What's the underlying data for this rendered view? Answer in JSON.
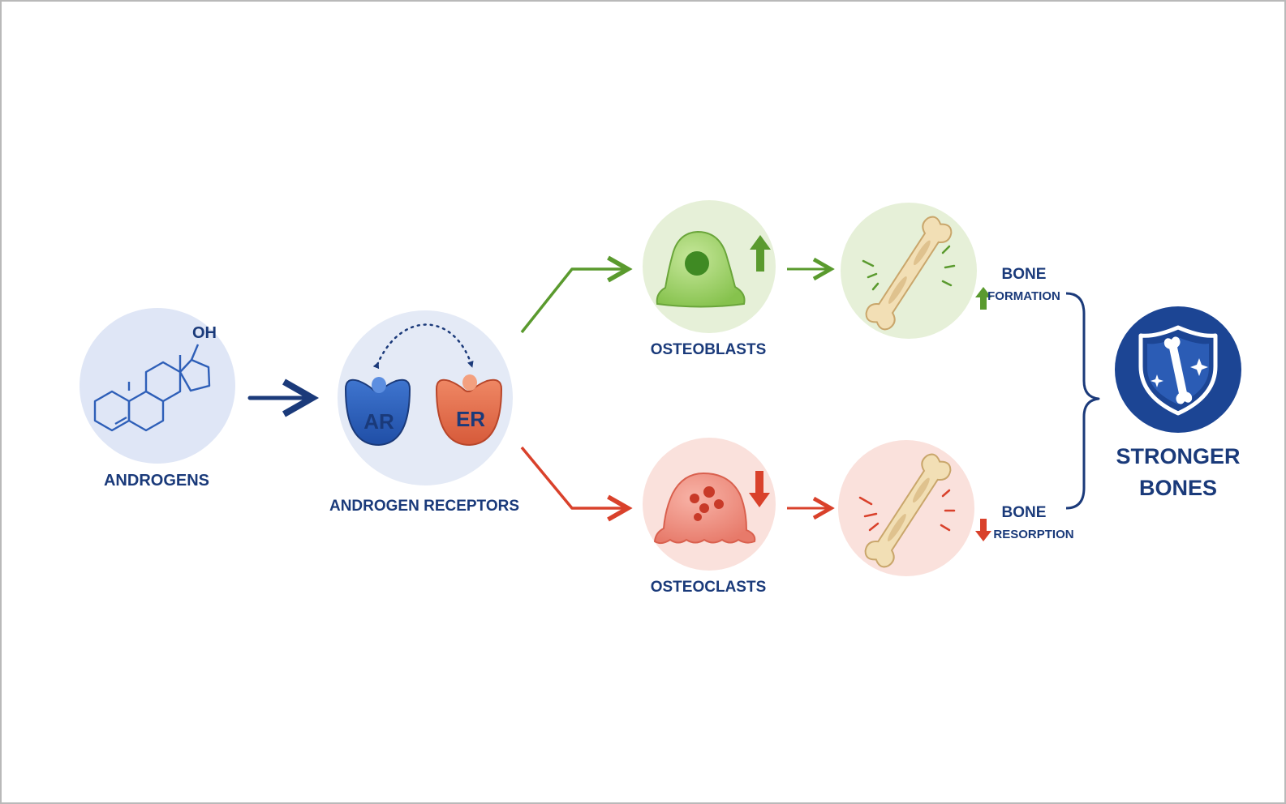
{
  "colors": {
    "navy": "#1b3a7a",
    "blue": "#2e5fb8",
    "green": "#5a9a2e",
    "red": "#d9412b",
    "bone": "#f2dfb5",
    "circle_blue": "#dfe6f6",
    "circle_green": "#e6f0d8",
    "circle_red": "#fae1dc"
  },
  "nodes": {
    "androgens": {
      "label": "ANDROGENS",
      "oh": "OH",
      "icon": "steroid-structure-icon"
    },
    "receptors": {
      "label": "ANDROGEN RECEPTORS",
      "ar": "AR",
      "er": "ER",
      "icon": "receptor-icon"
    },
    "osteoblasts": {
      "label": "OSTEOBLASTS",
      "icon": "osteoblast-cell-icon",
      "trend": "up"
    },
    "osteoclasts": {
      "label": "OSTEOCLASTS",
      "icon": "osteoclast-cell-icon",
      "trend": "down"
    },
    "formation": {
      "label_line1": "BONE",
      "label_line2": "FORMATION",
      "icon": "bone-icon",
      "trend": "up"
    },
    "resorption": {
      "label_line1": "BONE",
      "label_line2": "RESORPTION",
      "icon": "bone-icon",
      "trend": "down"
    },
    "outcome": {
      "label_line1": "STRONGER",
      "label_line2": "BONES",
      "icon": "shield-bone-icon"
    }
  }
}
